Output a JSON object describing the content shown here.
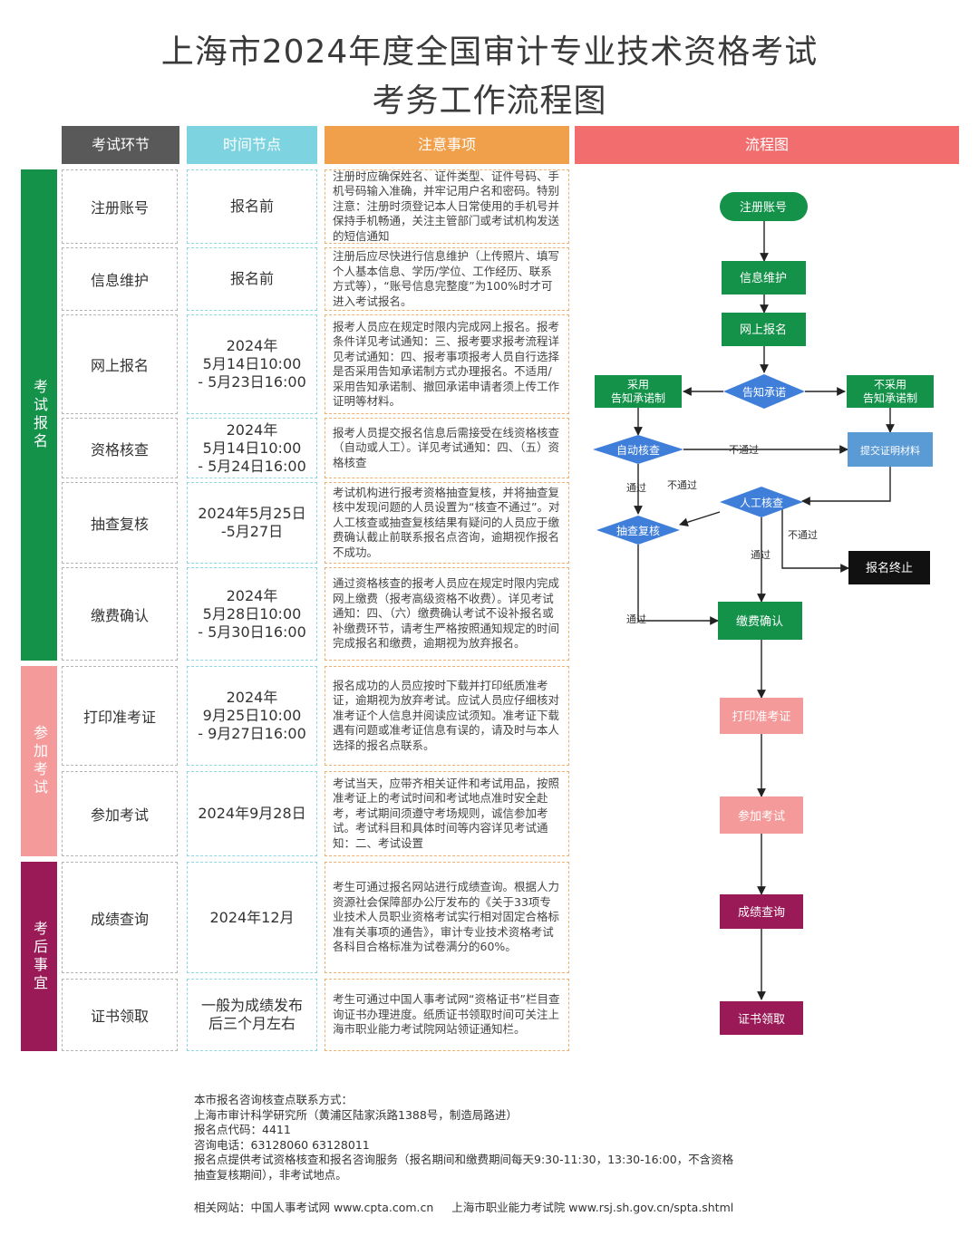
{
  "title": {
    "line1": "上海市2024年度全国审计专业技术资格考试",
    "line2": "考务工作流程图"
  },
  "headers": {
    "stage": "考试环节",
    "time": "时间节点",
    "notes": "注意事项",
    "flow": "流程图"
  },
  "sections": [
    {
      "label": "考试报名",
      "color": "#14924a"
    },
    {
      "label": "参加考试",
      "color": "#f59a9a"
    },
    {
      "label": "考后事宜",
      "color": "#9a1a57"
    }
  ],
  "rows": [
    {
      "stage": "注册账号",
      "time": "报名前",
      "note": "注册时应确保姓名、证件类型、证件号码、手机号码输入准确，并牢记用户名和密码。特别注意：注册时须登记本人日常使用的手机号并保持手机畅通，关注主管部门或考试机构发送的短信通知"
    },
    {
      "stage": "信息维护",
      "time": "报名前",
      "note": "注册后应尽快进行信息维护（上传照片、填写个人基本信息、学历/学位、工作经历、联系方式等），“账号信息完整度”为100%时才可进入考试报名。"
    },
    {
      "stage": "网上报名",
      "time": "2024年\n5月14日10:00\n- 5月23日16:00",
      "note": "报考人员应在规定时限内完成网上报名。报考条件详见考试通知：三、报考要求报考流程详见考试通知：四、报考事项报考人员自行选择是否采用告知承诺制方式办理报名。不适用/采用告知承诺制、撤回承诺申请者须上传工作证明等材料。"
    },
    {
      "stage": "资格核查",
      "time": "2024年\n5月14日10:00\n- 5月24日16:00",
      "note": "报考人员提交报名信息后需接受在线资格核查（自动或人工）。详见考试通知：四、（五）资格核查"
    },
    {
      "stage": "抽查复核",
      "time": "2024年5月25日\n-5月27日",
      "note": "考试机构进行报考资格抽查复核，并将抽查复核中发现问题的人员设置为“核查不通过”。对人工核查或抽查复核结果有疑问的人员应于缴费确认截止前联系报名点咨询，逾期视作报名不成功。"
    },
    {
      "stage": "缴费确认",
      "time": "2024年\n5月28日10:00\n- 5月30日16:00",
      "note": "通过资格核查的报考人员应在规定时限内完成网上缴费（报考高级资格不收费）。详见考试通知：四、（六）缴费确认考试不设补报名或补缴费环节，请考生严格按照通知规定的时间完成报名和缴费，逾期视为放弃报名。"
    },
    {
      "stage": "打印准考证",
      "time": "2024年\n9月25日10:00\n- 9月27日16:00",
      "note": "报名成功的人员应按时下载并打印纸质准考证，逾期视为放弃考试。应试人员应仔细核对准考证个人信息并阅读应试须知。准考证下载遇有问题或准考证信息有误的，请及时与本人选择的报名点联系。"
    },
    {
      "stage": "参加考试",
      "time": "2024年9月28日",
      "note": "考试当天，应带齐相关证件和考试用品，按照准考证上的考试时间和考试地点准时安全赴考，考试期间须遵守考场规则，诚信参加考试。考试科目和具体时间等内容详见考试通知：二、考试设置"
    },
    {
      "stage": "成绩查询",
      "time": "2024年12月",
      "note": "考生可通过报名网站进行成绩查询。根据人力资源社会保障部办公厅发布的《关于33项专业技术人员职业资格考试实行相对固定合格标准有关事项的通告》，审计专业技术资格考试各科目合格标准为试卷满分的60%。"
    },
    {
      "stage": "证书领取",
      "time": "一般为成绩发布\n后三个月左右",
      "note": "考生可通过中国人事考试网“资格证书”栏目查询证书办理进度。纸质证书领取时间可关注上海市职业能力考试院网站领证通知栏。"
    }
  ],
  "flow": {
    "nodes": {
      "register": "注册账号",
      "info": "信息维护",
      "apply": "网上报名",
      "promise": "告知承诺",
      "adopt": "采用\n告知承诺制",
      "notadopt": "不采用\n告知承诺制",
      "autocheck": "自动核查",
      "submit": "提交证明材料",
      "manual": "人工核查",
      "spot": "抽查复核",
      "terminate": "报名终止",
      "pay": "缴费确认",
      "print": "打印准考证",
      "exam": "参加考试",
      "score": "成绩查询",
      "cert": "证书领取"
    },
    "labels": {
      "fail": "不通过",
      "pass": "通过"
    }
  },
  "footer": {
    "lines": [
      "本市报名咨询核查点联系方式：",
      "上海市审计科学研究所（黄浦区陆家浜路1388号，制造局路进）",
      "报名点代码：4411",
      "咨询电话：63128060  63128011",
      "报名点提供考试资格核查和报名咨询服务（报名期间和缴费期间每天9:30-11:30，13:30-16:00，不含资格",
      "抽查复核期间），非考试地点。"
    ],
    "links_label": "相关网站：",
    "link1": "中国人事考试网 www.cpta.com.cn",
    "link2": "上海市职业能力考试院 www.rsj.sh.gov.cn/spta.shtml"
  }
}
